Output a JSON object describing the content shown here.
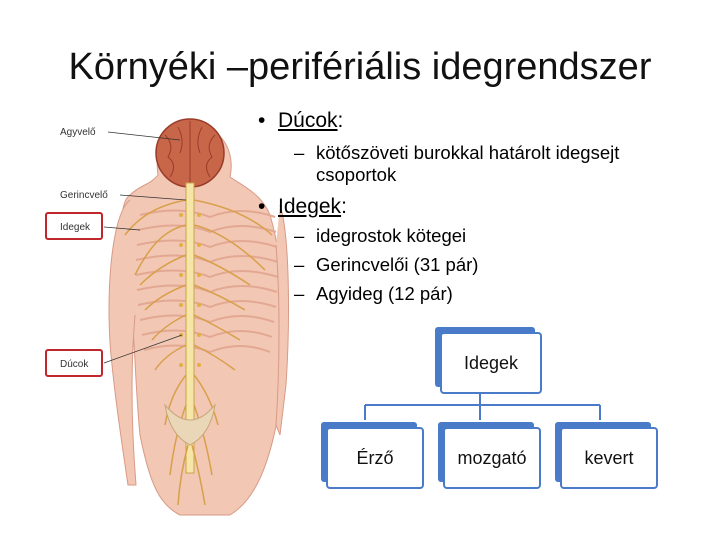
{
  "title": "Környéki –perifériális idegrendszer",
  "anatomy_labels": {
    "agyvelo": "Agyvelő",
    "gerincvelo": "Gerincvelő",
    "idegek": "Idegek",
    "ducok": "Dúcok"
  },
  "bullets": [
    {
      "heading": "Dúcok",
      "colon": ":",
      "items": [
        "kötőszöveti burokkal határolt idegsejt",
        "csoportok"
      ]
    },
    {
      "heading": "Idegek",
      "colon": ":",
      "items": [
        "idegrostok kötegei",
        "Gerincvelői (31 pár)",
        "Agyideg (12 pár)"
      ]
    }
  ],
  "hierarchy": {
    "root": "Idegek",
    "children": [
      "Érző",
      "mozgató",
      "kevert"
    ]
  },
  "colors": {
    "box_border": "#4a7bc8",
    "callout_red": "#c0272d",
    "nerve": "#d8a04a"
  }
}
